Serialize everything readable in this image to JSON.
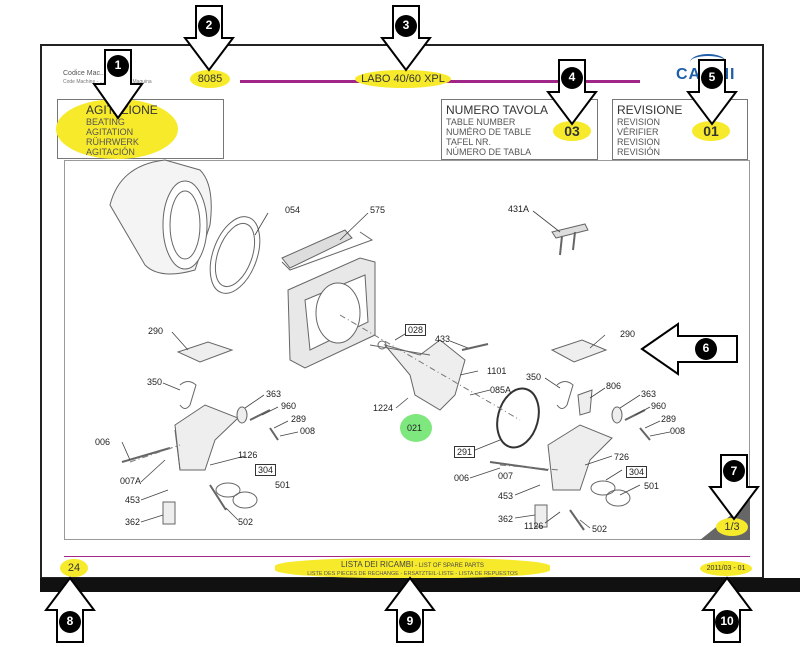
{
  "header": {
    "codice_label": "Codice Mac...",
    "codice_sub": "Code Machine - ... - Codigo de Maquina",
    "machine_code": "8085",
    "model": "LABO 40/60 XPL",
    "brand": "CA...NI"
  },
  "section": {
    "title": "AGITAZIONE",
    "translations": [
      "BEATING",
      "AGITATION",
      "RÜHRWERK",
      "AGITACIÓN"
    ]
  },
  "table_number": {
    "title": "NUMERO TAVOLA",
    "translations": [
      "TABLE NUMBER",
      "NUMÉRO DE TABLE",
      "TAFEL NR.",
      "NÚMERO DE TABLA"
    ],
    "value": "03"
  },
  "revision": {
    "title": "REVISIONE",
    "translations": [
      "REVISION",
      "VÉRIFIER",
      "REVISION",
      "REVISIÓN"
    ],
    "value": "01"
  },
  "page_fraction": "1/3",
  "footer": {
    "page_number": "24",
    "title": "LISTA DEI RICAMBI",
    "title_suffix": " - LIST OF SPARE PARTS",
    "subtitle": "LISTE DES PIECES DE RECHANGE - ERSATZTEIL-LISTE - LISTA DE REPUESTOS",
    "date": "2011/03 - 01"
  },
  "callouts": [
    "1",
    "2",
    "3",
    "4",
    "5",
    "6",
    "7",
    "8",
    "9",
    "10"
  ],
  "parts": {
    "p054": "054",
    "p575": "575",
    "p431A": "431A",
    "p028": "028",
    "p433": "433",
    "p1101": "1101",
    "p085A": "085A",
    "p1224": "1224",
    "p021": "021",
    "p291": "291",
    "p006b": "006",
    "p007b": "007",
    "p453b": "453",
    "p362b": "362",
    "p1126b": "1126",
    "p502b": "502",
    "p726": "726",
    "p304b": "304",
    "p501b": "501",
    "p290l": "290",
    "p350l": "350",
    "p363l": "363",
    "p960l": "960",
    "p289l": "289",
    "p008l": "008",
    "p006l": "006",
    "p007Al": "007A",
    "p453l": "453",
    "p362l": "362",
    "p1126l": "1126",
    "p304l": "304",
    "p501l": "501",
    "p502l": "502",
    "p290r": "290",
    "p350r": "350",
    "p806": "806",
    "p363r": "363",
    "p960r": "960",
    "p289r": "289",
    "p008r": "008"
  },
  "colors": {
    "highlight": "#f7ea2a",
    "accent_line": "#a0268a",
    "green_marker": "#7ee87e",
    "brand_blue": "#1f5fa8"
  }
}
